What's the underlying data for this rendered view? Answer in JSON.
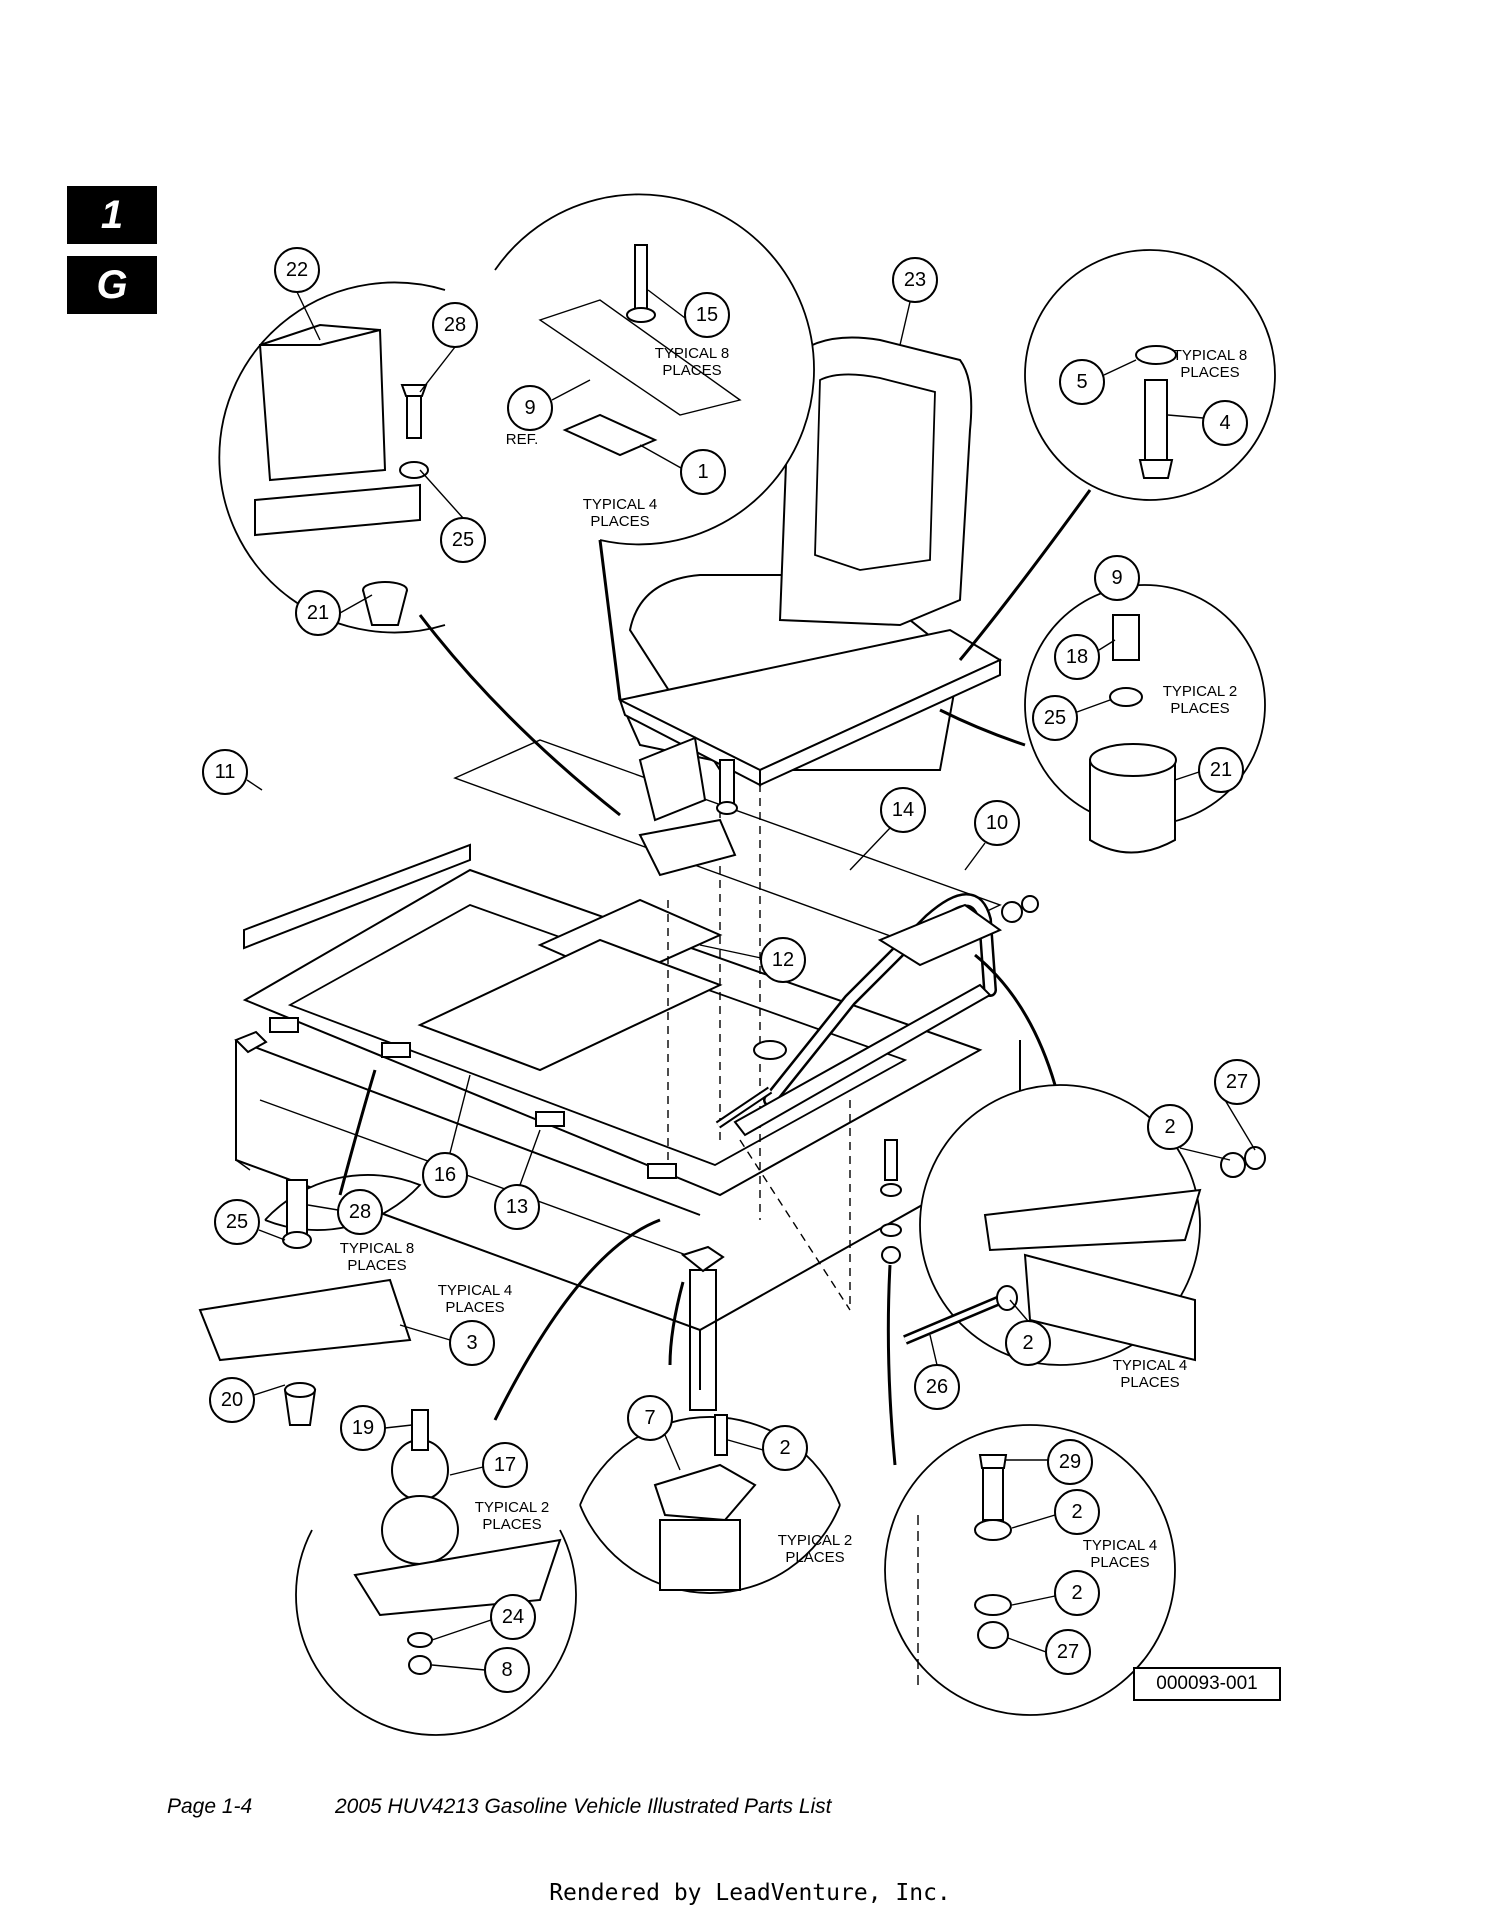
{
  "section_tab": {
    "number": "1",
    "letter": "G"
  },
  "figure_ref": "000093-001",
  "footer": {
    "page": "Page 1-4",
    "title": "2005 HUV4213 Gasoline Vehicle Illustrated Parts List"
  },
  "rendered_by": "Rendered by LeadVenture, Inc.",
  "callouts": [
    "22",
    "28",
    "25",
    "21",
    "15",
    "9",
    "1",
    "23",
    "5",
    "4",
    "9",
    "18",
    "25",
    "21",
    "11",
    "14",
    "10",
    "12",
    "16",
    "13",
    "25",
    "28",
    "3",
    "20",
    "19",
    "17",
    "24",
    "8",
    "7",
    "2",
    "27",
    "2",
    "2",
    "26",
    "29",
    "2",
    "2",
    "27"
  ],
  "notes": {
    "typical_8_places": "TYPICAL 8\nPLACES",
    "typical_4_places": "TYPICAL 4\nPLACES",
    "typical_2_places": "TYPICAL 2\nPLACES",
    "ref": "REF."
  },
  "note_lines": {
    "typical_8": [
      "TYPICAL 8",
      "PLACES"
    ],
    "typical_4": [
      "TYPICAL 4",
      "PLACES"
    ],
    "typical_2": [
      "TYPICAL 2",
      "PLACES"
    ],
    "ref": "REF."
  }
}
